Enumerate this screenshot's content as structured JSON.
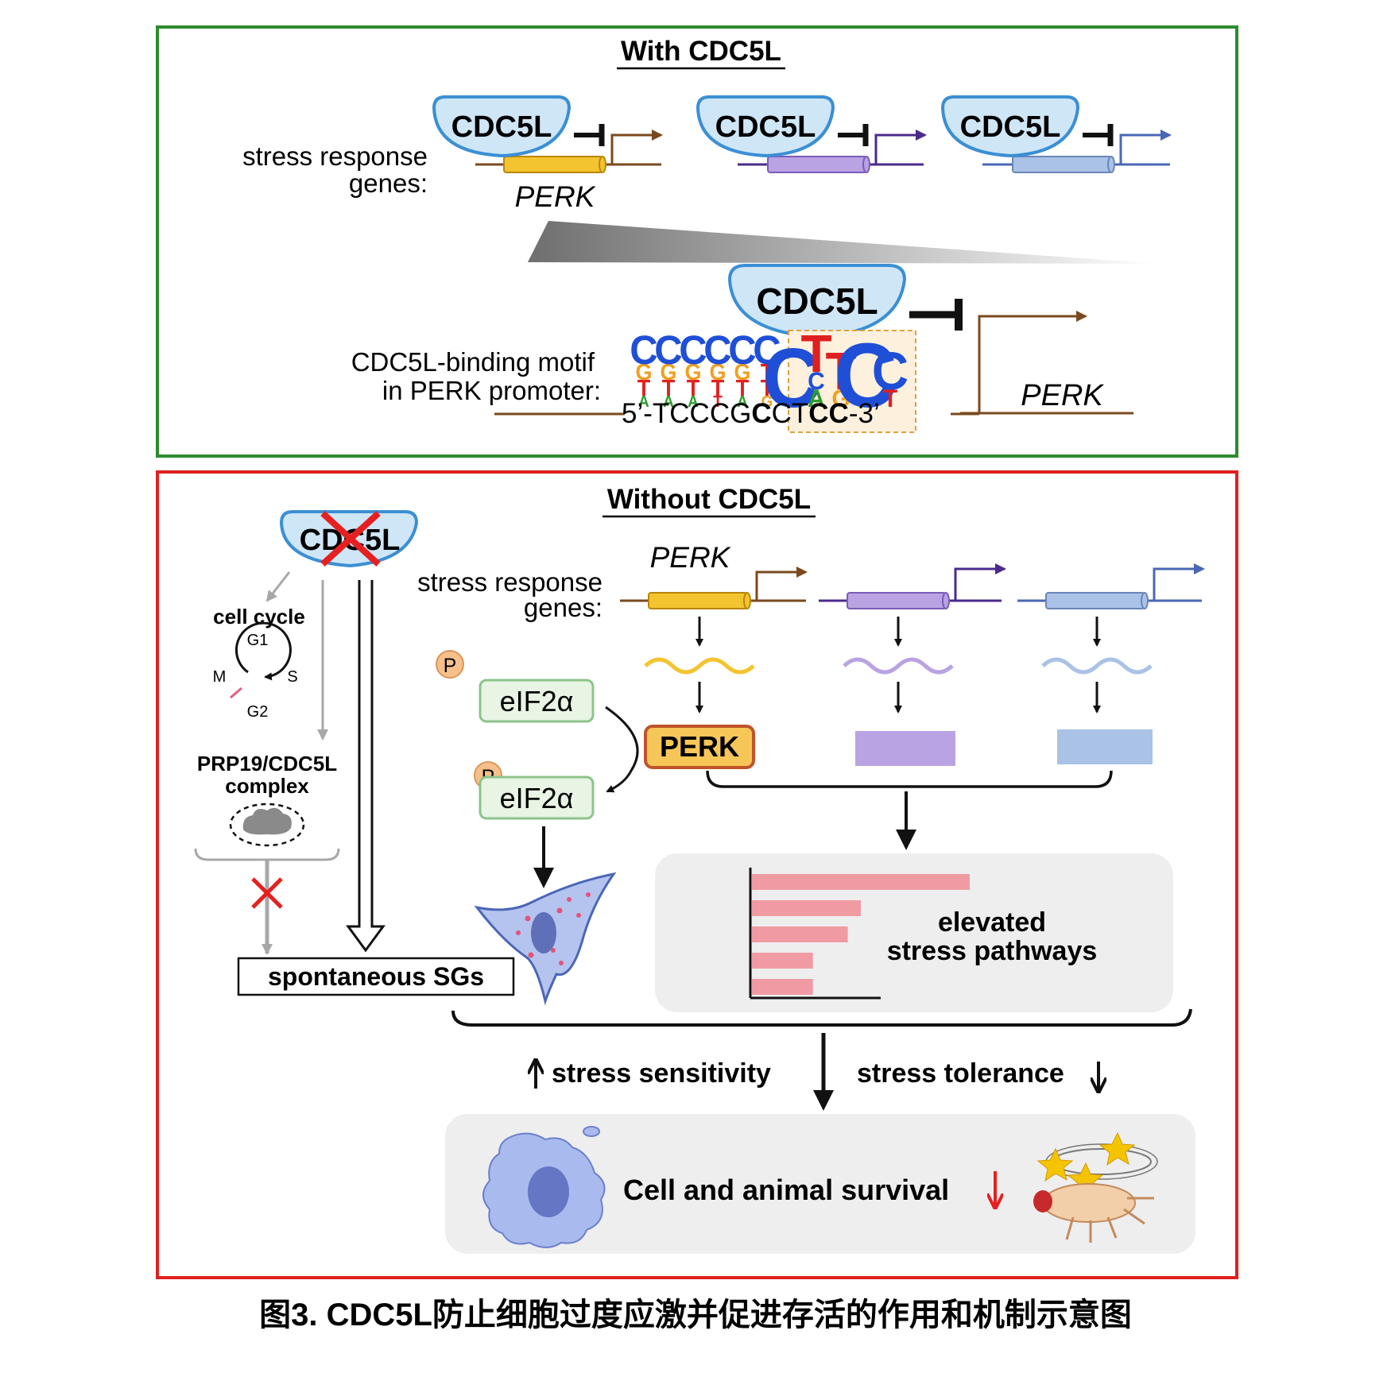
{
  "top_panel": {
    "title": "With CDC5L",
    "border_color": "#2e8b2e",
    "protein_label": "CDC5L",
    "genes_label_line1": "stress response",
    "genes_label_line2": "genes:",
    "gene_name": "PERK",
    "motif_label_line1": "CDC5L-binding motif",
    "motif_label_line2": "in PERK promoter:",
    "sequence_prefix": "5’-TCCCG",
    "sequence_core_1": "C",
    "sequence_core_2": "CT",
    "sequence_core_3": "CC",
    "sequence_suffix": "-3’",
    "logo": {
      "columns": [
        [
          "C",
          "G",
          "T",
          "A"
        ],
        [
          "C",
          "G",
          "T",
          "A"
        ],
        [
          "C",
          "G",
          "T",
          "A"
        ],
        [
          "C",
          "G",
          "T",
          "T"
        ],
        [
          "C",
          "G",
          "T",
          "A"
        ],
        [
          "C",
          "T",
          "T",
          "G"
        ],
        [
          "C",
          ""
        ],
        [
          "T",
          "C",
          "A"
        ],
        [
          "T",
          "G"
        ],
        [
          "C",
          ""
        ],
        [
          "C",
          "T"
        ]
      ]
    }
  },
  "bottom_panel": {
    "title": "Without CDC5L",
    "border_color": "#e02020",
    "protein_label": "CDC5L",
    "cell_cycle_label": "cell cycle",
    "phase_g1": "G1",
    "phase_s": "S",
    "phase_g2": "G2",
    "phase_m": "M",
    "complex_label_line1": "PRP19/CDC5L",
    "complex_label_line2": "complex",
    "sgs_label": "spontaneous SGs",
    "genes_label_line1": "stress response",
    "genes_label_line2": "genes:",
    "gene_name": "PERK",
    "phospho_label": "P",
    "eif_label": "eIF2α",
    "perk_protein_label": "PERK",
    "pathways_line1": "elevated",
    "pathways_line2": "stress pathways",
    "bar_values": [
      1.0,
      0.5,
      0.44,
      0.28,
      0.28
    ],
    "sensitivity_label": "stress sensitivity",
    "tolerance_label": "stress tolerance",
    "survival_label": "Cell and animal survival"
  },
  "colors": {
    "protein_fill": "#cfe6f7",
    "protein_stroke": "#3b8fd4",
    "perk_gene": "#f4c430",
    "perk_line": "#7a4a1e",
    "purple_gene": "#b9a3e3",
    "purple_line": "#4b2a8c",
    "blue_gene": "#a9c2e6",
    "blue_line": "#4a67b5",
    "eif_fill": "#e8f4e4",
    "eif_stroke": "#8cc48a",
    "bar_color": "#f09ba3",
    "red_x": "#e62020",
    "perk_box_fill": "#f6c658",
    "perk_box_stroke": "#c0542a"
  },
  "caption": "图3. CDC5L防止细胞过度应激并促进存活的作用和机制示意图"
}
